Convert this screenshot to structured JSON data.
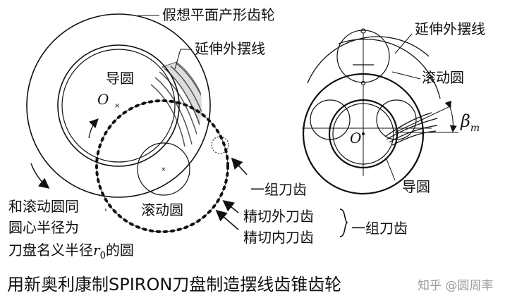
{
  "left_diagram": {
    "label_imaginary_crown_gear": "假想平面产形齿轮",
    "label_extended_epicycloid": "延伸外摆线",
    "label_guide_circle": "导圆",
    "label_center_o": "O",
    "label_rolling_circle": "滚动圆",
    "label_blade_group": "一组刀齿",
    "label_outer_blade": "精切外刀齿",
    "label_inner_blade": "精切内刀齿",
    "label_blade_group_brace": "一组刀齿",
    "note_lines": [
      "和滚动圆同",
      "圆心半径为"
    ],
    "note_line3_prefix": "刀盘名义半径",
    "note_line3_symbol": "r",
    "note_line3_subscript": "0",
    "note_line3_suffix": "的圆"
  },
  "right_diagram": {
    "label_extended_epicycloid": "延伸外摆线",
    "label_rolling_circle": "滚动圆",
    "label_angle_symbol": "β",
    "label_angle_subscript": "m",
    "label_center_o": "O",
    "label_guide_circle": "导圆"
  },
  "caption": "用新奥利康制SPIRON刀盘制造摆线齿锥齿轮",
  "watermark": "知乎 @圆周率",
  "colors": {
    "line": "#111111",
    "hatch": "#555555",
    "watermark": "#9a9a9a"
  }
}
